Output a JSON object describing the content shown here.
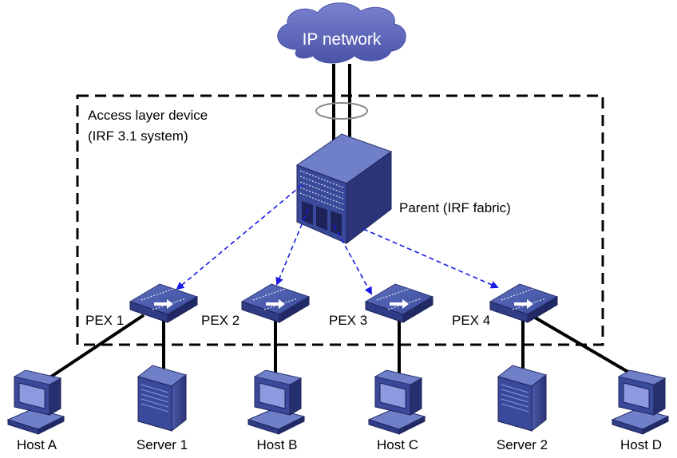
{
  "cloud": {
    "label": "IP network"
  },
  "access_box": {
    "line1": "Access layer device",
    "line2": "(IRF 3.1 system)"
  },
  "parent": {
    "label": "Parent (IRF fabric)"
  },
  "pex": [
    {
      "label": "PEX 1"
    },
    {
      "label": "PEX 2"
    },
    {
      "label": "PEX 3"
    },
    {
      "label": "PEX 4"
    }
  ],
  "hosts": [
    {
      "label": "Host A",
      "kind": "pc"
    },
    {
      "label": "Server 1",
      "kind": "server"
    },
    {
      "label": "Host B",
      "kind": "pc"
    },
    {
      "label": "Host C",
      "kind": "pc"
    },
    {
      "label": "Server 2",
      "kind": "server"
    },
    {
      "label": "Host D",
      "kind": "pc"
    }
  ],
  "colors": {
    "device_blue": "#3a4a9a",
    "device_dark": "#27306e",
    "device_light": "#6f7fc8",
    "cloud": "#5a63b8",
    "arrow": "#1a1ae6",
    "link": "#000000"
  }
}
